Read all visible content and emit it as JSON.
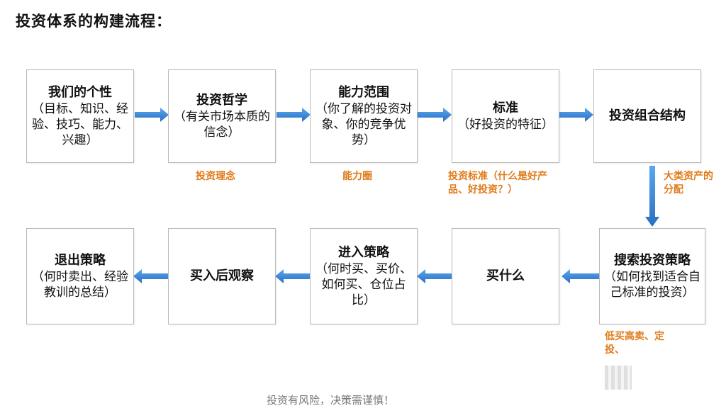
{
  "title": "投资体系的构建流程：",
  "boxes": {
    "personality": {
      "title": "我们的个性",
      "desc": "（目标、知识、经验、技巧、能力、兴趣）"
    },
    "philosophy": {
      "title": "投资哲学",
      "desc": "（有关市场本质的信念）"
    },
    "competence": {
      "title": "能力范围",
      "desc": "（你了解的投资对象、你的竞争优势）"
    },
    "standard": {
      "title": "标准",
      "desc": "（好投资的特征）"
    },
    "portfolio": {
      "title": "投资组合结构",
      "desc": ""
    },
    "search": {
      "title": "搜索投资策略",
      "desc": "（如何找到适合自己标准的投资）"
    },
    "what_to_buy": {
      "title": "买什么",
      "desc": ""
    },
    "entry": {
      "title": "进入策略",
      "desc": "（何时买、买价、如何买、仓位占比）"
    },
    "observe": {
      "title": "买入后观察",
      "desc": ""
    },
    "exit": {
      "title": "退出策略",
      "desc": "（何时卖出、经验教训的总结）"
    }
  },
  "notes": {
    "philosophy": "投资理念",
    "competence": "能力圈",
    "standard": "投资标准（什么是好产品、好投资？）",
    "portfolio": "大类资产的分配",
    "search": "低买高卖、定投、"
  },
  "footer": "投资有风险，决策需谨慎！",
  "colors": {
    "arrow": "#3b8de0",
    "arrow_dark": "#2a6fc0",
    "note": "#e07b1a",
    "box_border": "#b9b9b9"
  }
}
